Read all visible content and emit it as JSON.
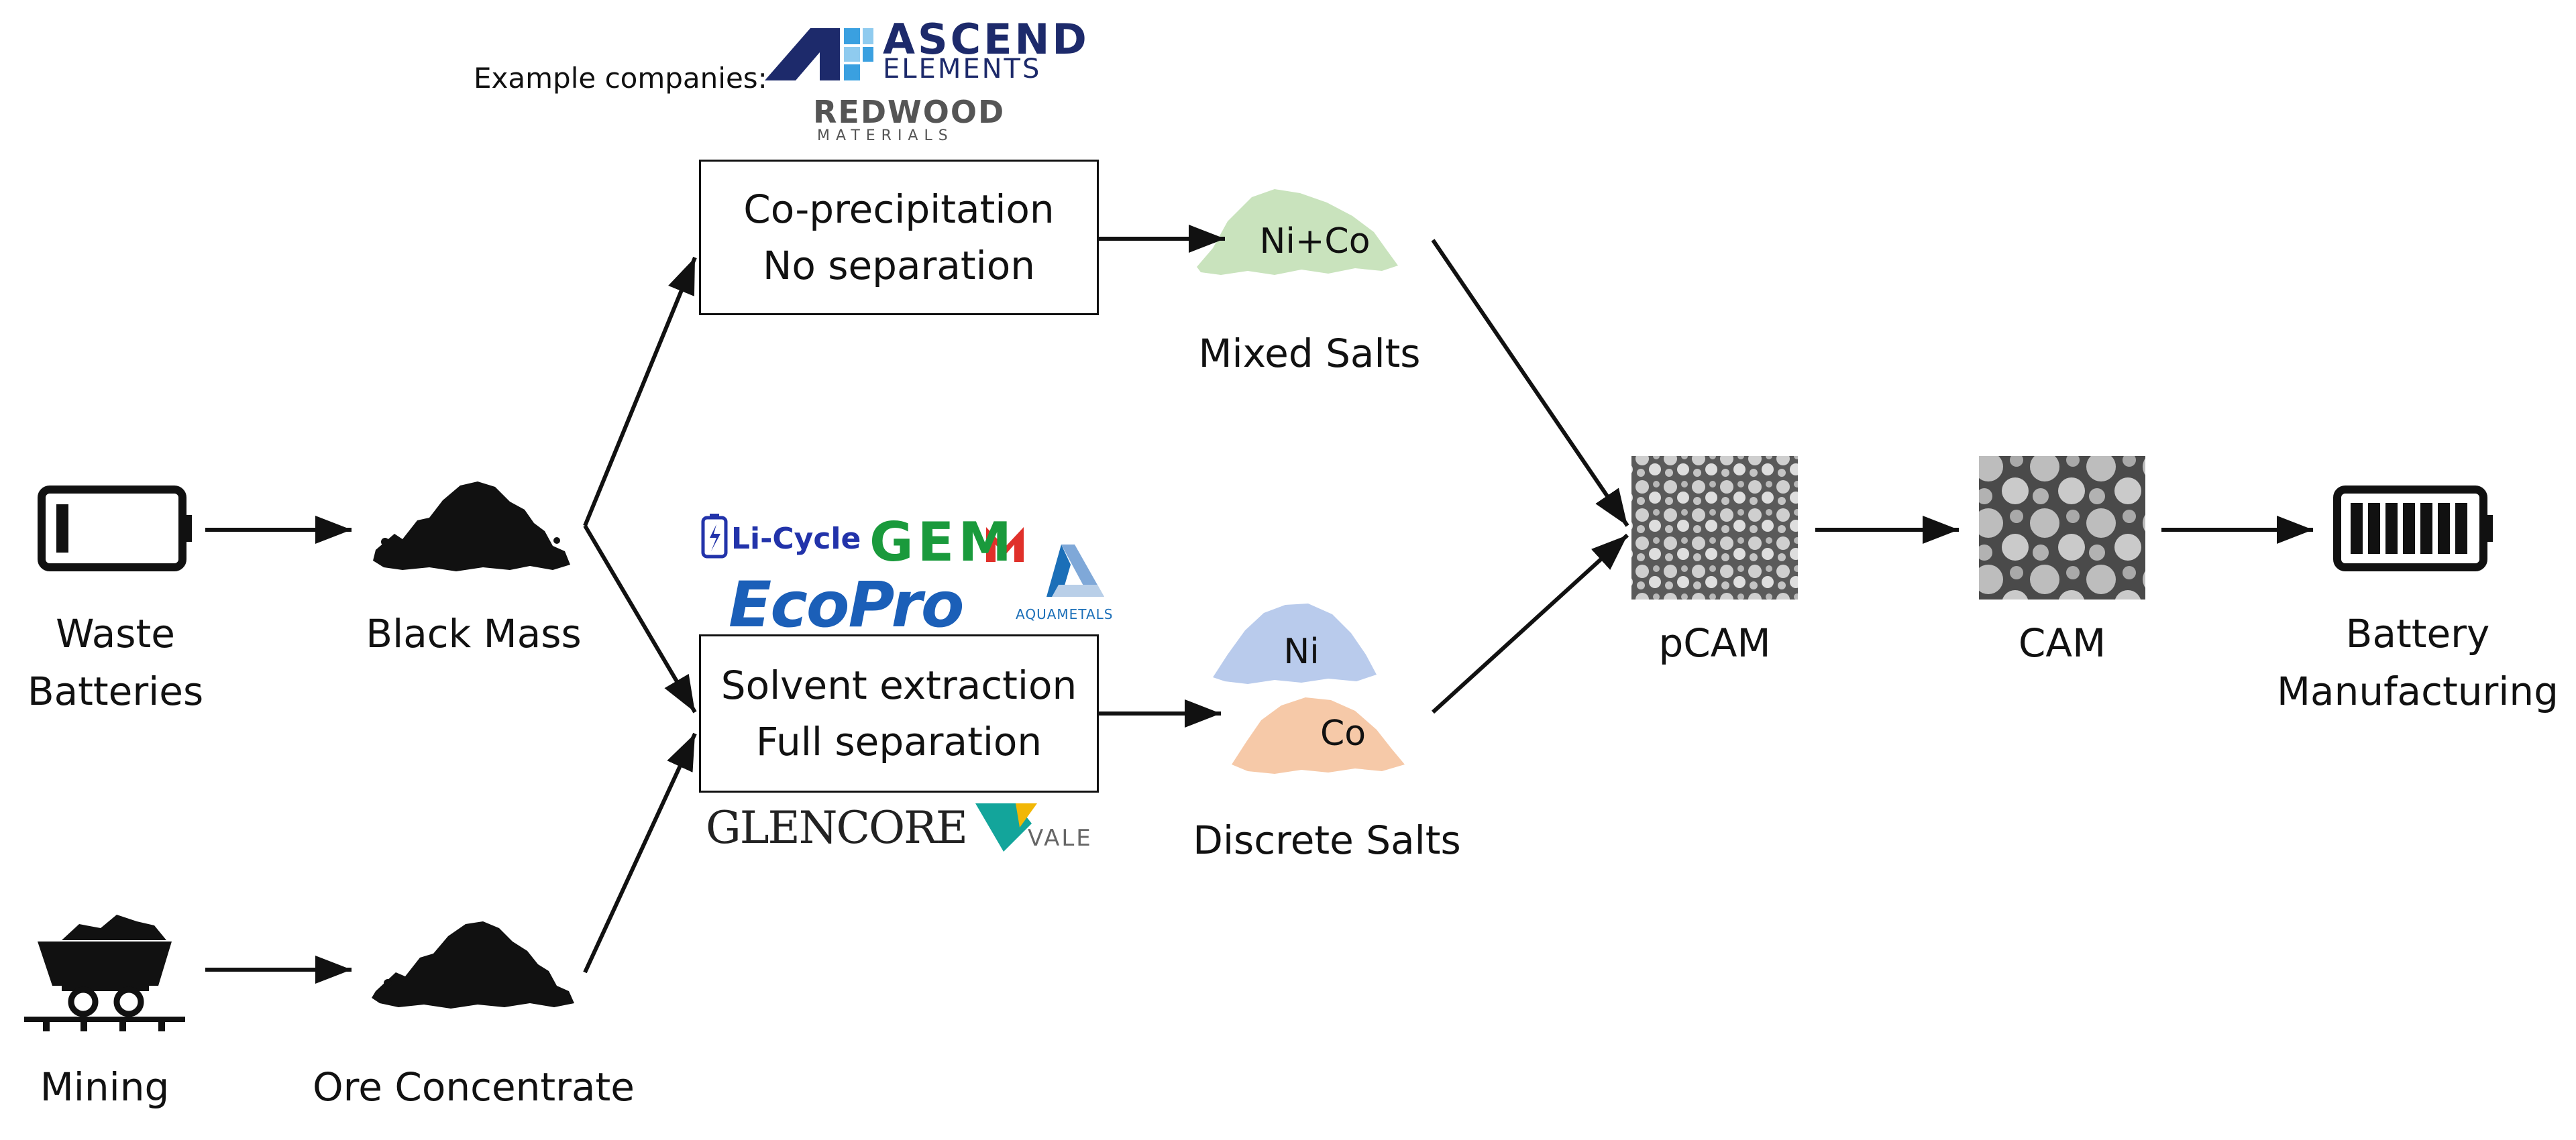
{
  "nodes": {
    "waste_batteries": [
      "Waste",
      "Batteries"
    ],
    "black_mass": "Black Mass",
    "mining": "Mining",
    "ore_concentrate": "Ore Concentrate",
    "mixed_salts": "Mixed Salts",
    "discrete_salts": "Discrete Salts",
    "pcam": "pCAM",
    "cam": "CAM",
    "battery_manufacturing": [
      "Battery",
      "Manufacturing"
    ]
  },
  "processes": {
    "coprecipitation": [
      "Co-precipitation",
      "No separation"
    ],
    "solvent_extraction": [
      "Solvent extraction",
      "Full separation"
    ]
  },
  "salts": {
    "mixed": "Ni+Co",
    "nickel": "Ni",
    "cobalt": "Co"
  },
  "example_companies_label": "Example companies:",
  "logos": {
    "ascend": "ASCEND",
    "elements": "ELEMENTS",
    "redwood": "REDWOOD",
    "materials": "MATERIALS",
    "licycle": "Li-Cycle",
    "gem": "GEM",
    "ecopro": "EcoPro",
    "aquametals": "AQUAMETALS",
    "glencore": "GLENCORE",
    "vale": "VALE"
  },
  "colors": {
    "mixed_salt": "#c9e3bd",
    "nickel_salt": "#b9cbec",
    "cobalt_salt": "#f6c9a8",
    "ascend_navy": "#1d2a6b",
    "ascend_blue": "#3aa0e0",
    "gem_green": "#1a9a3c",
    "gem_red": "#e0302a",
    "licycle_blue": "#2233aa",
    "ecopro_blue": "#1b5fb8",
    "vale_teal": "#13a59b",
    "vale_yellow": "#f2b705"
  }
}
